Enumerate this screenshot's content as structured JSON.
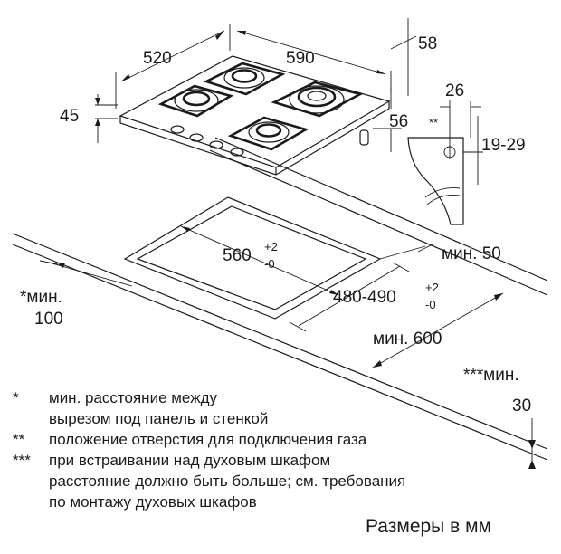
{
  "dimensions": {
    "width_520": "520",
    "depth_590": "590",
    "offset_58": "58",
    "height_45": "45",
    "height_56": "56",
    "gas_26": "26",
    "gas_marker": "**",
    "gas_19_29": "19-29",
    "cutout_560": "560",
    "cutout_560_tol_plus": "+2",
    "cutout_560_tol_minus": "-0",
    "cutout_480_490": "480-490",
    "cutout_480_tol_plus": "+2",
    "cutout_480_tol_minus": "-0",
    "min_50": "мин. 50",
    "min_100_label": "*мин.",
    "min_100_value": "100",
    "min_600": "мин. 600",
    "min_30_label": "***мин.",
    "min_30_value": "30"
  },
  "notes": [
    {
      "mark": "*",
      "lines": [
        "мин. расстояние между",
        "вырезом под панель и стенкой"
      ]
    },
    {
      "mark": "**",
      "lines": [
        "положение отверстия для подключения газа"
      ]
    },
    {
      "mark": "***",
      "lines": [
        "при встраивании над духовым шкафом",
        "расстояние должно быть больше; см. требования",
        "по монтажу духовых шкафов"
      ]
    }
  ],
  "footer": "Размеры в мм"
}
